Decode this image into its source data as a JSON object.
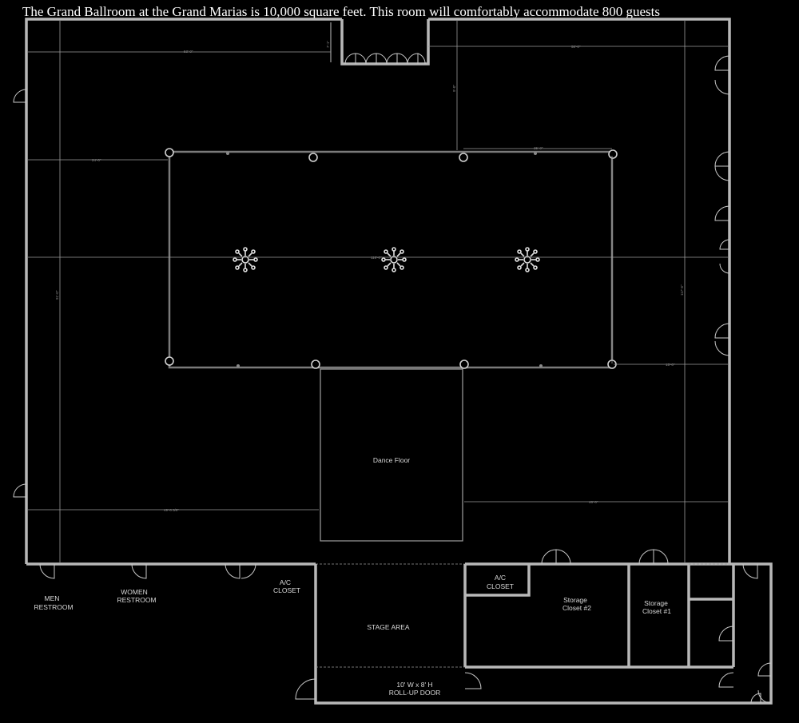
{
  "title": "The Grand Ballroom at the Grand Marias  is 10,000 square feet.   This room will comfortably  accommodate 800 guests",
  "rooms": {
    "dance_floor": "Dance Floor",
    "men_restroom": [
      "MEN",
      "RESTROOM"
    ],
    "women_restroom": [
      "WOMEN",
      "RESTROOM"
    ],
    "ac_closet_left": [
      "A/C",
      "CLOSET"
    ],
    "ac_closet_right": [
      "A/C",
      "CLOSET"
    ],
    "stage_area": "STAGE AREA",
    "roll_up_door": [
      "10' W x 8' H",
      "ROLL-UP DOOR"
    ],
    "storage_2": [
      "Storage",
      "Closet #2"
    ],
    "storage_1": [
      "Storage",
      "Closet #1"
    ]
  },
  "dimensions": {
    "top_left": "53'-0\"",
    "top_right": "58'-0\"",
    "left_mid": "24'-0\"",
    "center_width": "116'-0\"",
    "rect_right": "25'-0\"",
    "left_height": "91'-0\"",
    "right_height": "117'-6\"",
    "right_low": "15'-0\"",
    "lower_left": "49'-0 3/8\"",
    "lower_right": "46'-0\"",
    "top_vert": "9'-0\"",
    "entry_small": "7'-1\""
  },
  "colors": {
    "background": "#000000",
    "wall": "#b8b8b8",
    "text": "#ffffff"
  }
}
